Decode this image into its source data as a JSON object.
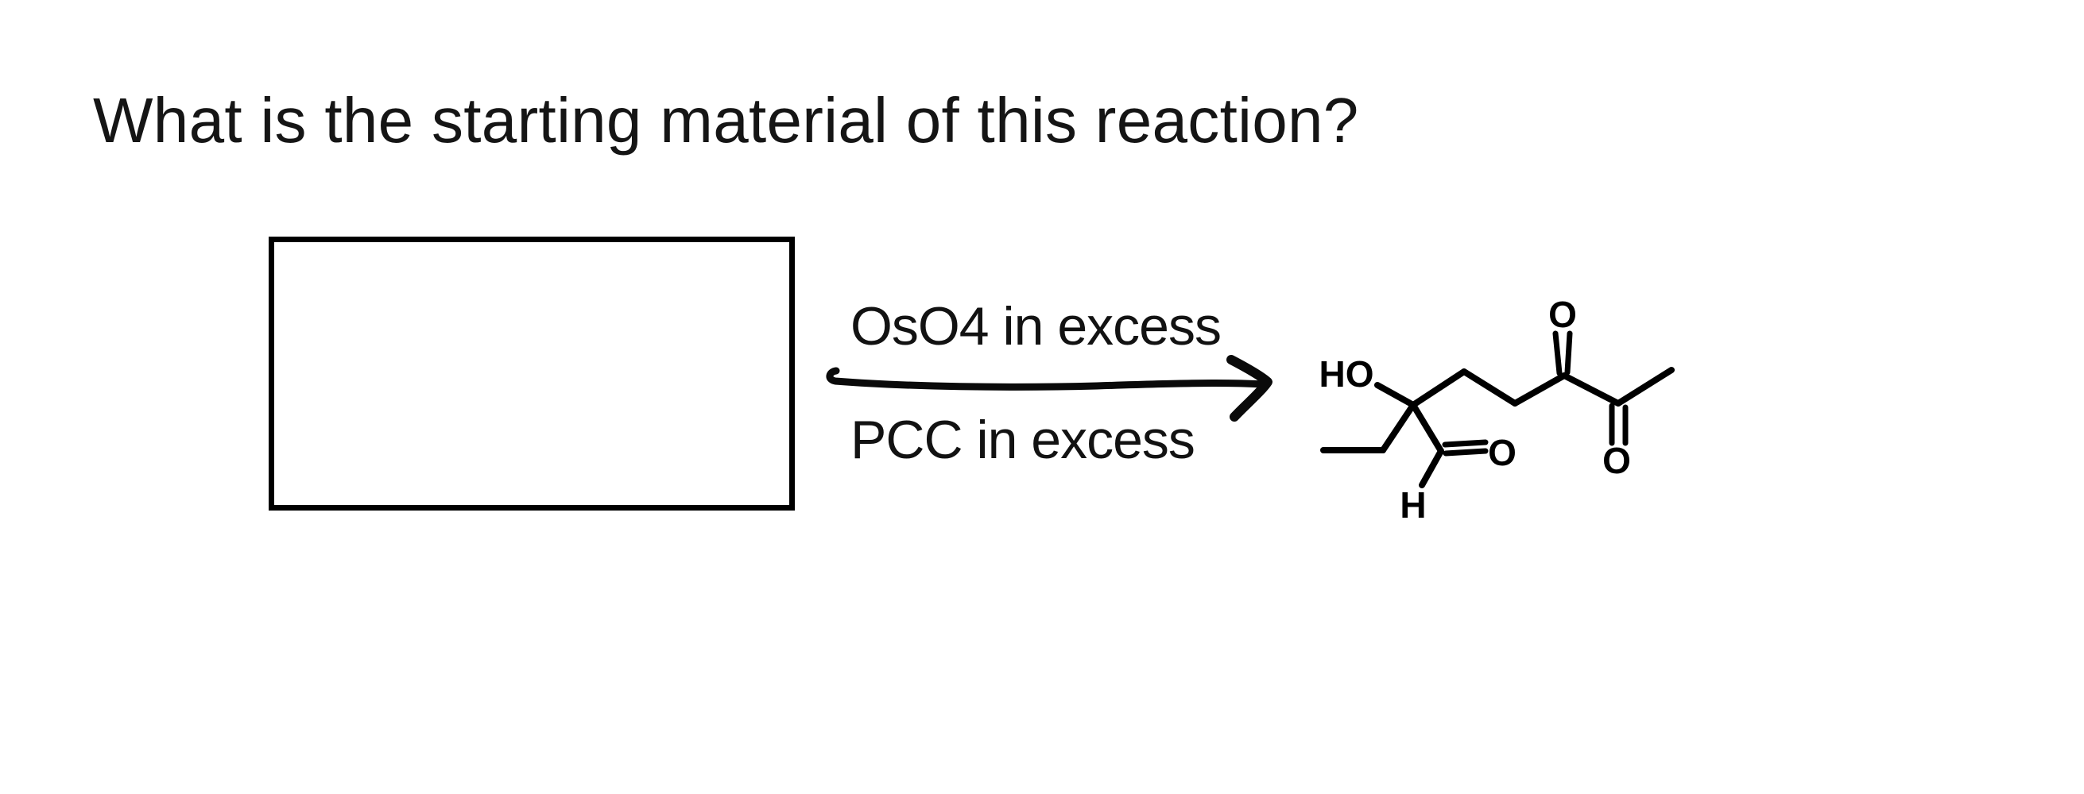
{
  "canvas": {
    "background": "#ffffff",
    "ink_color": "#000000",
    "text_color": "#141414"
  },
  "question": {
    "title": "What is the starting material of this reaction?"
  },
  "reaction": {
    "reagent_above_arrow": "OsO4 in excess",
    "reagent_below_arrow": "PCC in excess"
  },
  "molecule": {
    "labels": {
      "hydroxyl": "HO",
      "ketone_top_oxygen": "O",
      "aldehyde_oxygen": "O",
      "ketone_bottom_oxygen": "O",
      "aldehyde_hydrogen": "H"
    }
  }
}
